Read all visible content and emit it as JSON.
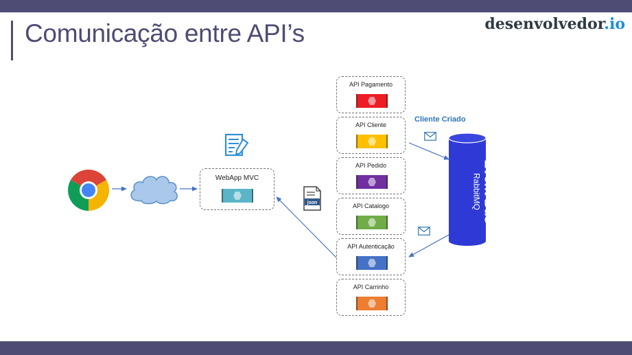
{
  "slide": {
    "title": "Comunicação entre API’s",
    "brand_main": "desenvolvedor",
    "brand_suffix": ".io"
  },
  "diagram": {
    "client": {
      "browser_icon": "chrome-icon",
      "network_icon": "cloud-icon"
    },
    "webapp": {
      "label": "WebApp MVC",
      "doc_icon": "document-edit-icon",
      "json_icon": "json-file-icon",
      "json_text": "json"
    },
    "apis": [
      {
        "label": "API Pagamento",
        "color": "#ee1c24"
      },
      {
        "label": "API Cliente",
        "color": "#ffc000"
      },
      {
        "label": "API Pedido",
        "color": "#7030a0"
      },
      {
        "label": "API Catalogo",
        "color": "#70ad47"
      },
      {
        "label": "API Autenticação",
        "color": "#4472c4"
      },
      {
        "label": "API Carrinho",
        "color": "#ed7d31"
      }
    ],
    "event_bus": {
      "title": "Event Bus",
      "subtitle": "RabbitMQ",
      "color": "#2f3ad6"
    },
    "annotation": "Cliente Criado",
    "message_icon": "envelope-icon",
    "colors": {
      "arrow": "#4472c4",
      "webapp_service": "#5bb5c9"
    }
  }
}
